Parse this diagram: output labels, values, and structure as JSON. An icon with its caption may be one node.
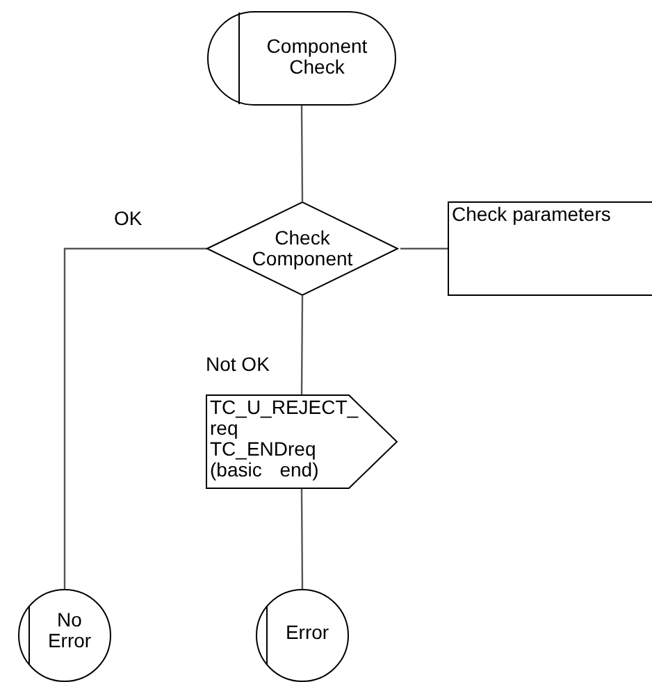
{
  "diagram": {
    "nodes": [
      {
        "text": [
          "Component Check"
        ]
      },
      {
        "text": [
          "Check Component"
        ]
      },
      {
        "text": [
          "Check parameters"
        ]
      },
      {
        "text": [
          "TC_U_REJECT_ req TC_ENDreq (basic end)"
        ]
      },
      {
        "text": [
          "No Error"
        ]
      },
      {
        "text": [
          "Error"
        ]
      }
    ],
    "edges": [
      {
        "from": 0,
        "to": 1,
        "arrow": "none"
      },
      {
        "from": 1,
        "to": 2,
        "arrow": "none"
      },
      {
        "from": 1,
        "to": 4,
        "arrow": "none",
        "label": "OK"
      },
      {
        "from": 1,
        "to": 3,
        "arrow": "none",
        "label": "Not OK"
      },
      {
        "from": 3,
        "to": 5,
        "arrow": "none"
      }
    ]
  }
}
